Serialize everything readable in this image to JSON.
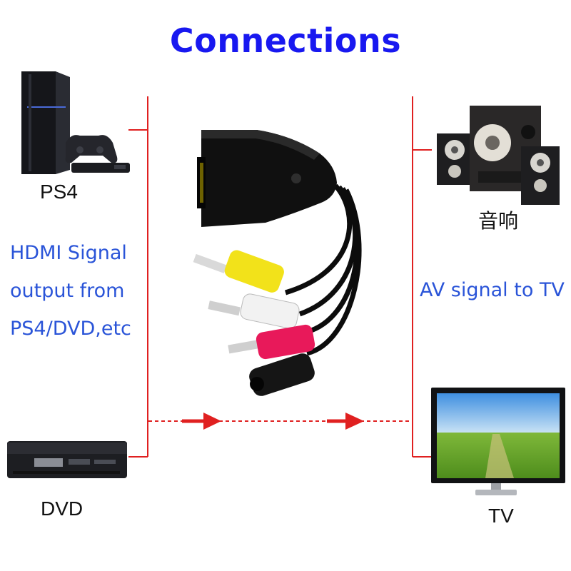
{
  "title": "Connections",
  "sources": [
    {
      "label": "PS4",
      "icon": "ps4-console-icon"
    },
    {
      "label": "DVD",
      "icon": "dvd-player-icon"
    }
  ],
  "outputs": [
    {
      "label": "音响",
      "icon": "speakers-icon"
    },
    {
      "label": "TV",
      "icon": "tv-icon"
    }
  ],
  "left_description": [
    "HDMI Signal",
    "output from",
    "PS4/DVD,etc"
  ],
  "right_description": "AV signal to TV",
  "colors": {
    "title": "#1818f0",
    "description": "#2a54d8",
    "connector_line": "#e02020",
    "cable_yellow": "#f2e21a",
    "cable_white": "#f2f2f2",
    "cable_red": "#e8195a"
  }
}
